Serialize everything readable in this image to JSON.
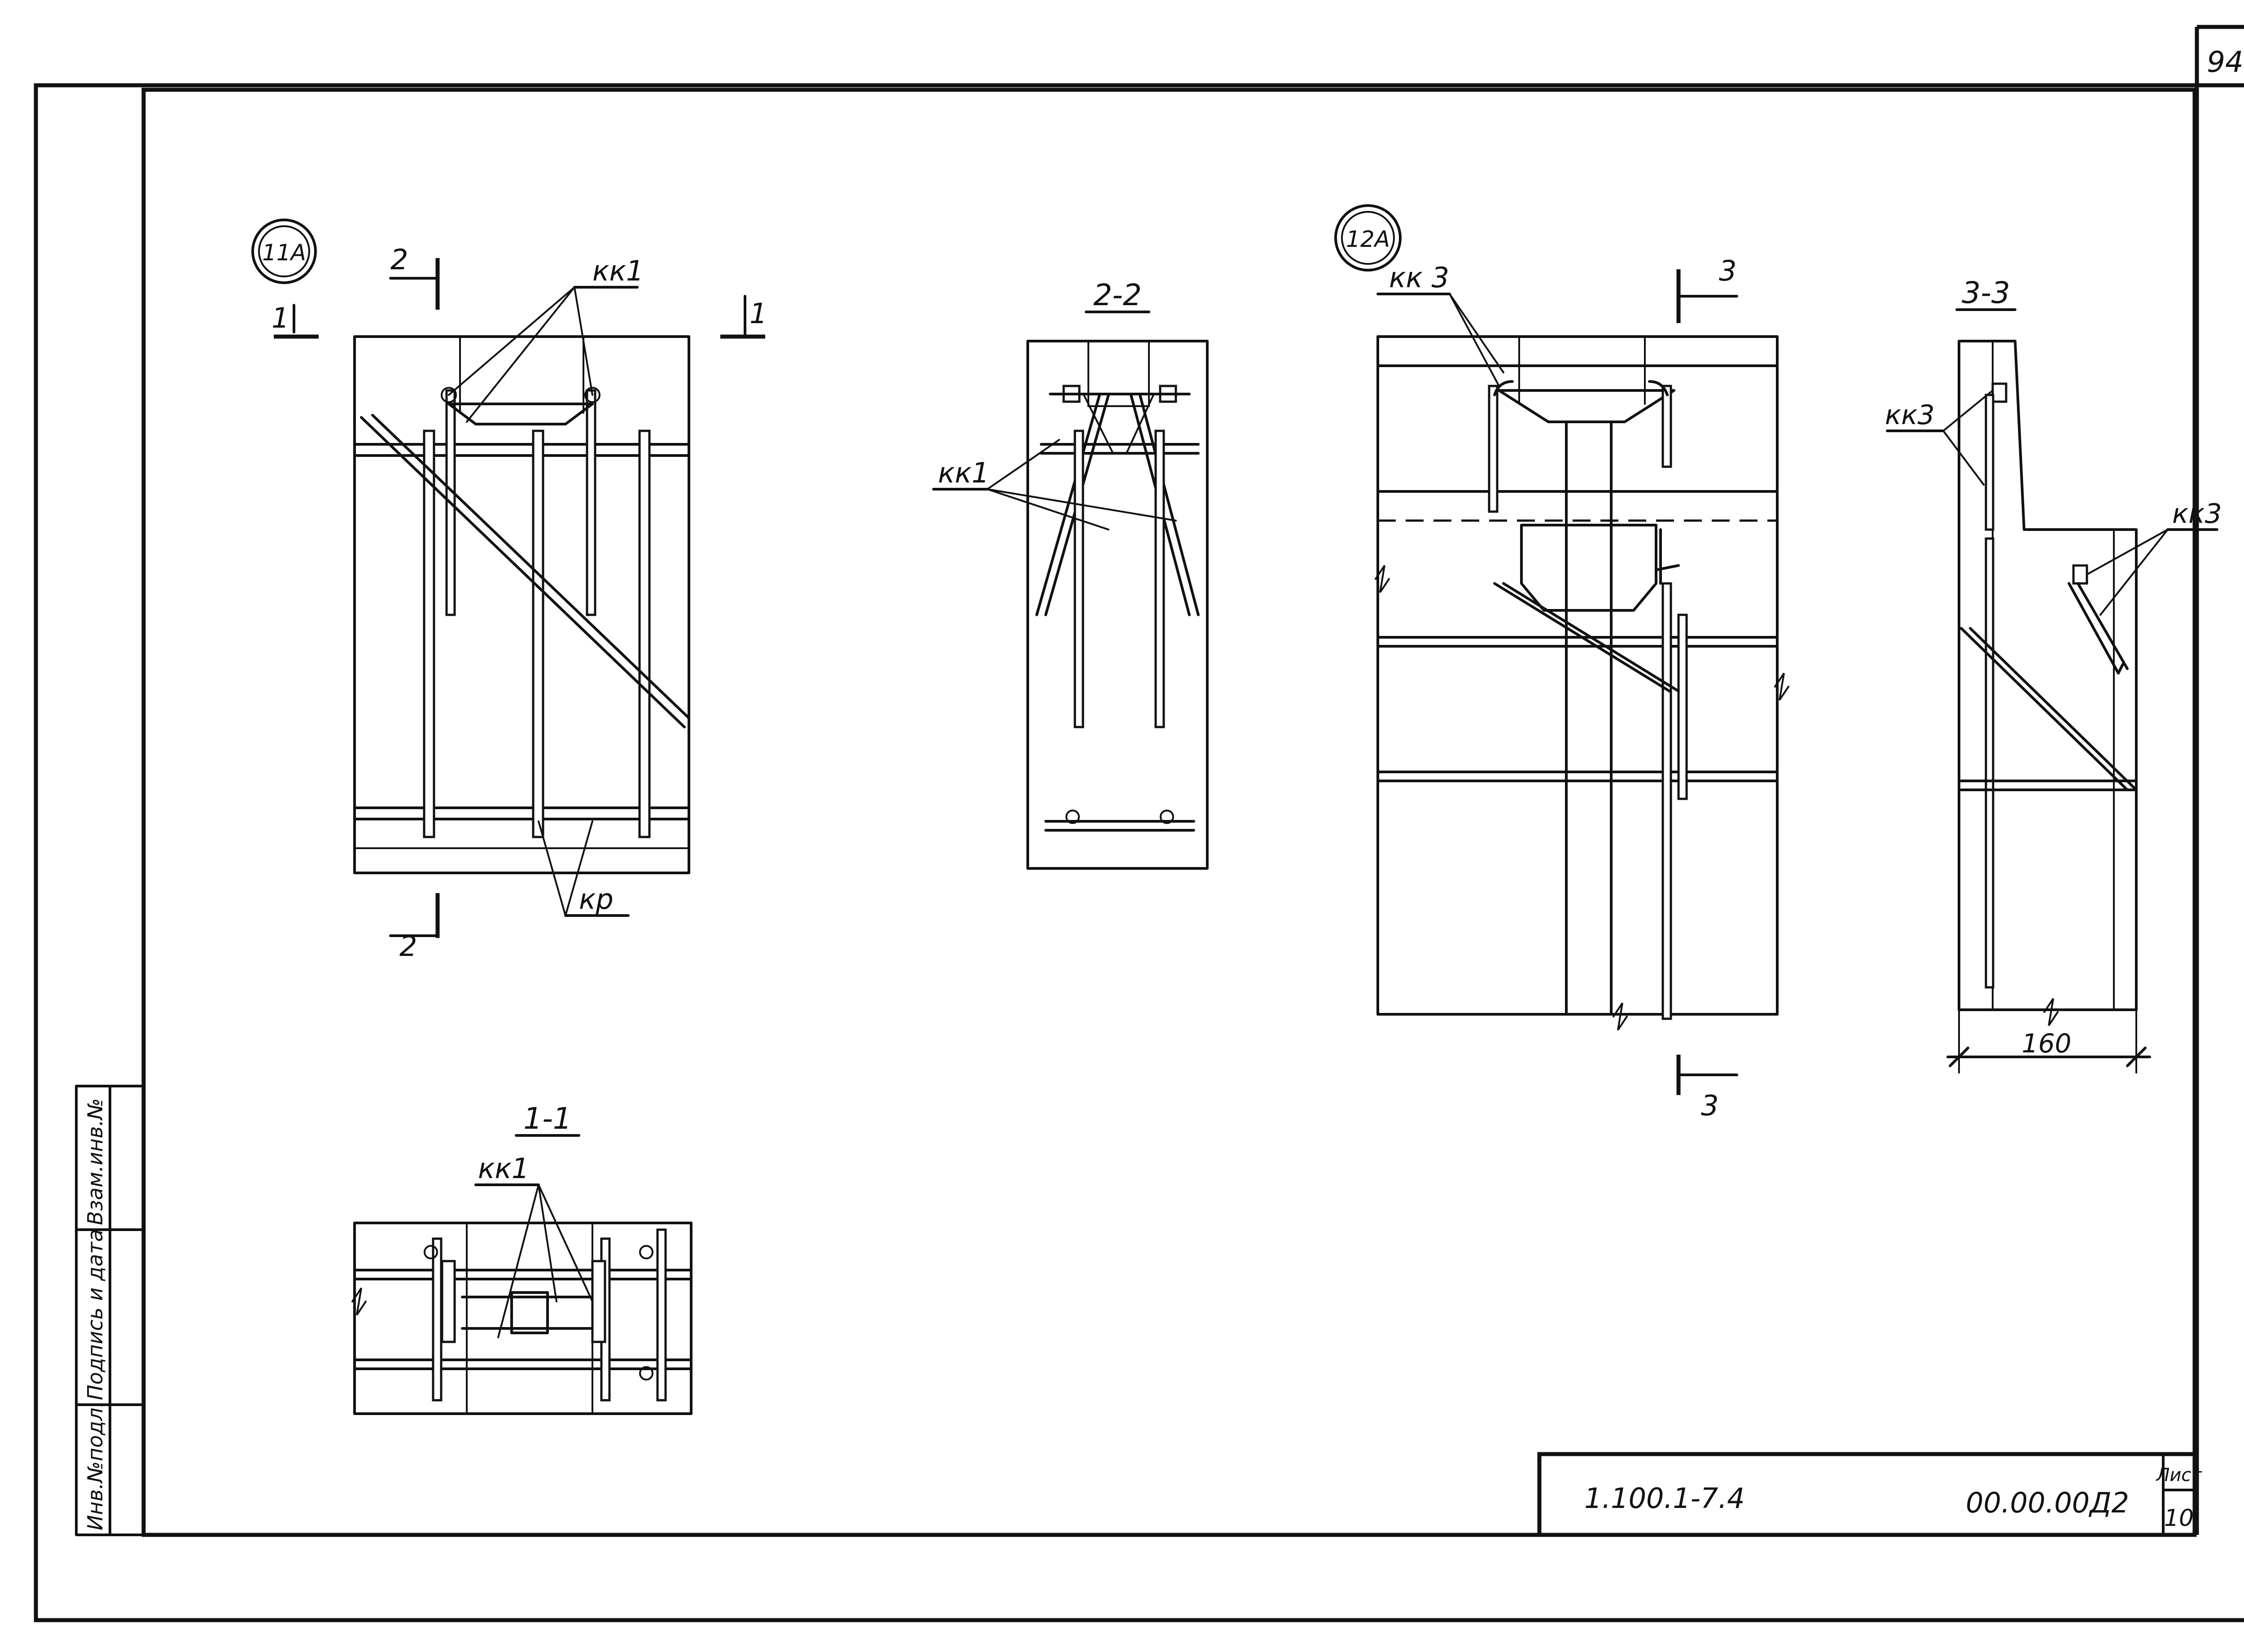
{
  "sheet_number": "94",
  "details": {
    "d11a": {
      "label": "11А",
      "leader_kk1": "кк1",
      "leader_kr": "кр"
    },
    "d12a": {
      "label": "12А",
      "leader_kk3": "кк 3"
    }
  },
  "section_marks": {
    "s1": "1",
    "s2": "2",
    "s3": "3"
  },
  "section_titles": {
    "s11": "1-1",
    "s22": "2-2",
    "s33": "3-3"
  },
  "labels": {
    "kk1": "кк1",
    "kk3": "кк3",
    "dim_160": "160"
  },
  "side_stamp": {
    "inv_orig": "Инв.№подл.",
    "sign_date": "Подпись и дата",
    "replaces": "Взам.инв.№"
  },
  "title_block": {
    "series": "1.100.1-7.4",
    "doc_code": "00.00.00Д2",
    "sheet_label": "Лист",
    "sheet_value": "10"
  }
}
